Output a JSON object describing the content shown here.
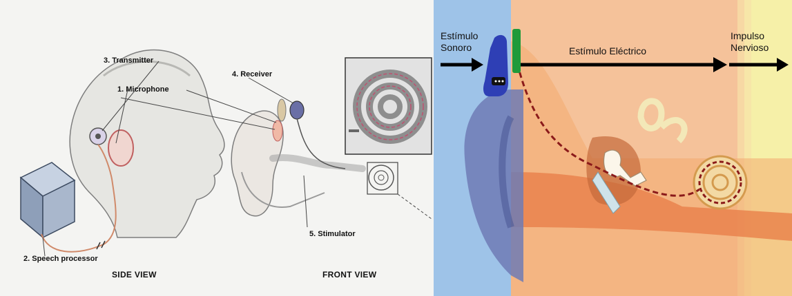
{
  "left_panel": {
    "labels": {
      "transmitter": "3. Transmitter",
      "microphone": "1. Microphone",
      "receiver": "4. Receiver",
      "stimulator": "5. Stimulator",
      "speech_processor": "2. Speech processor"
    },
    "side_view": "SIDE VIEW",
    "front_view": "FRONT VIEW"
  },
  "right_panel": {
    "sound_stimulus_line1": "Estímulo",
    "sound_stimulus_line2": "Sonoro",
    "electric_stimulus": "Estímulo Eléctrico",
    "nerve_impulse_line1": "Impulso",
    "nerve_impulse_line2": "Nervioso"
  },
  "colors": {
    "sound_zone": "#9ec3e8",
    "electric_zone": "#f5c29a",
    "nerve_zone": "#f6f0a8",
    "electrode": "#8b1a1a",
    "processor": "#2e3fb5",
    "coil": "#1f9a3a"
  }
}
